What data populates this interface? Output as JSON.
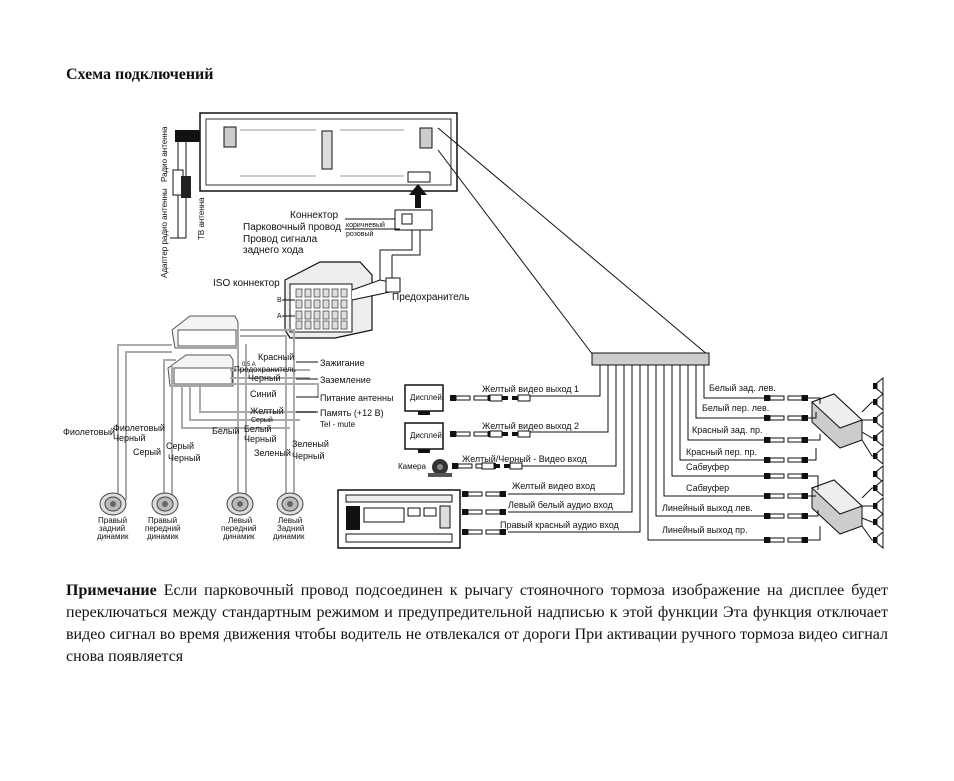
{
  "title": "Схема подключений",
  "note": {
    "label": "Примечание",
    "text": " Если парковочный провод подсоединен к рычагу стояночного тормоза  изображение на дисплее будет переключаться между стандартным режимом и предупредительной надписью к этой функции  Эта функция отключает видео сигнал во время движения  чтобы водитель не отвлекался от дороги  При активации ручного тормоза видео сигнал снова появляется"
  },
  "labels": {
    "radio_antenna": "Радио антенна",
    "antenna_adapter": "Адаптер радио антенны",
    "tv_antenna": "ТВ антенна",
    "connector": "Коннектор",
    "parking_wire": "Парковочный провод",
    "reverse_signal_1": "Провод сигнала",
    "reverse_signal_2": "заднего хода",
    "brown": "коричневый",
    "pink": "розовый",
    "iso_connector": "ISO коннектор",
    "fuse": "Предохранитель",
    "conn_b": "B",
    "conn_a": "A",
    "red": "Красный",
    "fuse_05a": "0.5 A",
    "fuse_small": "Предохранитель",
    "black": "Черный",
    "blue": "Синий",
    "yellow": "Желтый",
    "gray_small": "Серый",
    "ignition": "Зажигание",
    "ground": "Заземление",
    "antenna_power": "Питание антенны",
    "memory": "Память (+12 В)",
    "tel_mute": "Tel - mute",
    "violet": "Фиолетовый",
    "violet_black_1": "Фиолетовый",
    "violet_black_2": "Черный",
    "gray": "Серый",
    "gray_black_black": "Черный",
    "white": "Белый",
    "white_black_1": "Белый",
    "white_black_2": "Черный",
    "green": "Зеленый",
    "green_black_1": "Зеленый",
    "green_black_2": "Черный",
    "spk_rr_1": "Правый",
    "spk_rr_2": "задний",
    "spk_rr_3": "динамик",
    "spk_rf_1": "Правый",
    "spk_rf_2": "передний",
    "spk_rf_3": "динамик",
    "spk_lf_1": "Левый",
    "spk_lf_2": "передний",
    "spk_lf_3": "динамик",
    "spk_lr_1": "Левый",
    "spk_lr_2": "Задний",
    "spk_lr_3": "динамик",
    "display": "Дисплей",
    "camera": "Камера",
    "video_out_1": "Желтый видео выход 1",
    "video_out_2": "Желтый видео выход 2",
    "video_in": "Желтый/Черный - Видео вход",
    "video_yellow_in": "Желтый видео вход",
    "audio_left_in": "Левый белый аудио вход",
    "audio_right_in": "Правый красный аудио вход",
    "white_rear_left": "Белый зад. лев.",
    "white_front_left": "Белый пер. лев.",
    "red_rear_right": "Красный зад. пр.",
    "red_front_right": "Красный пер. пр.",
    "subwoofer_1": "Сабвуфер",
    "subwoofer_2": "Сабвуфер",
    "line_out_left": "Линейный выход лев.",
    "line_out_right": "Линейный выход пр."
  }
}
